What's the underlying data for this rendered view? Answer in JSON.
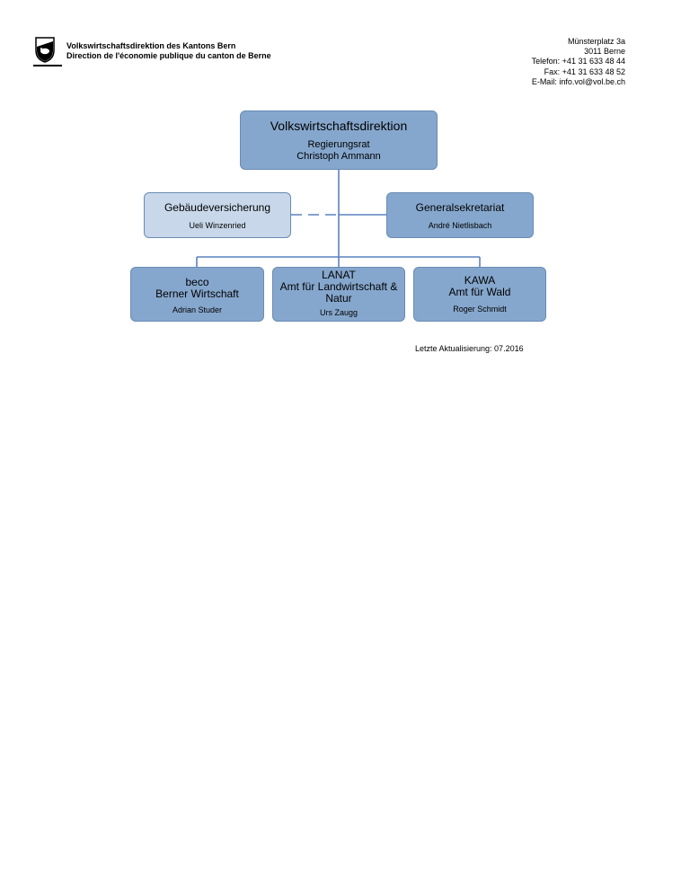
{
  "header": {
    "org_de": "Volkswirtschaftsdirektion des Kantons Bern",
    "org_fr": "Direction de l'économie publique du canton de Berne",
    "address": {
      "street": "Münsterplatz 3a",
      "city": "3011 Berne",
      "phone": "Telefon: +41 31 633 48 44",
      "fax": "Fax: +41 31 633 48 52",
      "email": "E-Mail: info.vol@vol.be.ch"
    },
    "logo_icon": "bern-coat-of-arms-icon"
  },
  "org_chart": {
    "head": {
      "title": "Volkswirtschaftsdirektion",
      "role": "Regierungsrat",
      "person": "Christoph Ammann"
    },
    "staff_left": {
      "title": "Gebäudeversicherung",
      "person": "Ueli Winzenried"
    },
    "staff_right": {
      "title": "Generalsekretariat",
      "person": "André Nietlisbach"
    },
    "units": [
      {
        "line1": "beco",
        "line2": "Berner Wirtschaft",
        "line3": "",
        "person": "Adrian Studer"
      },
      {
        "line1": "LANAT",
        "line2": "Amt für Landwirtschaft &",
        "line3": "Natur",
        "person": "Urs Zaugg"
      },
      {
        "line1": "KAWA",
        "line2": "Amt für Wald",
        "line3": "",
        "person": "Roger Schmidt"
      }
    ]
  },
  "footer": {
    "last_updated": "Letzte Aktualisierung: 07.2016"
  },
  "colors": {
    "box_dark": "#86a7cd",
    "box_light": "#c8d8ea",
    "line": "#5b82c0"
  }
}
